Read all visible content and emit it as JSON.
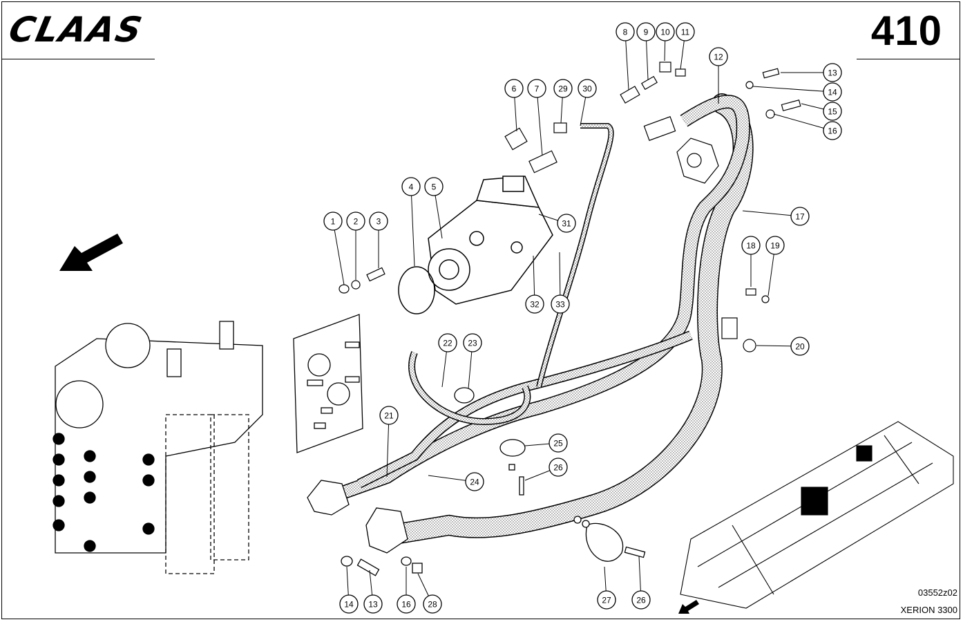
{
  "header": {
    "brand": "CLAAS",
    "page_number": "410"
  },
  "footer": {
    "drawing_code": "03552z02",
    "model": "XERION 3300"
  },
  "callouts": [
    {
      "id": "c1",
      "label": "1"
    },
    {
      "id": "c2",
      "label": "2"
    },
    {
      "id": "c3",
      "label": "3"
    },
    {
      "id": "c4",
      "label": "4"
    },
    {
      "id": "c5",
      "label": "5"
    },
    {
      "id": "c6",
      "label": "6"
    },
    {
      "id": "c7",
      "label": "7"
    },
    {
      "id": "c8",
      "label": "8"
    },
    {
      "id": "c9",
      "label": "9"
    },
    {
      "id": "c10",
      "label": "10"
    },
    {
      "id": "c11",
      "label": "11"
    },
    {
      "id": "c12",
      "label": "12"
    },
    {
      "id": "c13a",
      "label": "13"
    },
    {
      "id": "c14a",
      "label": "14"
    },
    {
      "id": "c15",
      "label": "15"
    },
    {
      "id": "c16a",
      "label": "16"
    },
    {
      "id": "c17",
      "label": "17"
    },
    {
      "id": "c18",
      "label": "18"
    },
    {
      "id": "c19",
      "label": "19"
    },
    {
      "id": "c20",
      "label": "20"
    },
    {
      "id": "c21",
      "label": "21"
    },
    {
      "id": "c22",
      "label": "22"
    },
    {
      "id": "c23",
      "label": "23"
    },
    {
      "id": "c24",
      "label": "24"
    },
    {
      "id": "c25",
      "label": "25"
    },
    {
      "id": "c26a",
      "label": "26"
    },
    {
      "id": "c27",
      "label": "27"
    },
    {
      "id": "c26b",
      "label": "26"
    },
    {
      "id": "c28",
      "label": "28"
    },
    {
      "id": "c29",
      "label": "29"
    },
    {
      "id": "c30",
      "label": "30"
    },
    {
      "id": "c31",
      "label": "31"
    },
    {
      "id": "c32",
      "label": "32"
    },
    {
      "id": "c33",
      "label": "33"
    },
    {
      "id": "c14b",
      "label": "14"
    },
    {
      "id": "c13b",
      "label": "13"
    },
    {
      "id": "c16b",
      "label": "16"
    }
  ]
}
